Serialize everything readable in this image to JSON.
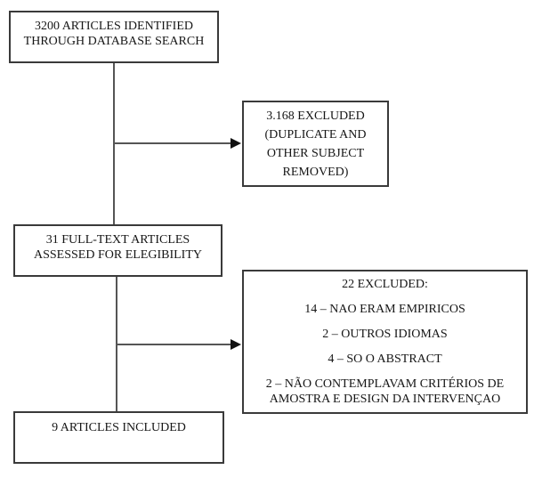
{
  "colors": {
    "border-color": "#3a3a3a",
    "text-color": "#161616",
    "line-color": "#555555",
    "arrow-color": "#111111",
    "bg-color": "#ffffff"
  },
  "flowchart": {
    "identified_box": {
      "lines": [
        "3200 ARTICLES IDENTIFIED",
        "THROUGH DATABASE SEARCH"
      ]
    },
    "excluded_duplicates_box": {
      "lines": [
        "3.168 EXCLUDED",
        "(DUPLICATE AND",
        "OTHER SUBJECT",
        "REMOVED)"
      ]
    },
    "fulltext_box": {
      "lines": [
        "31 FULL-TEXT ARTICLES",
        "ASSESSED FOR ELEGIBILITY"
      ]
    },
    "excluded_fulltext_box": {
      "heading": "22 EXCLUDED:",
      "items": [
        "14 – NAO ERAM EMPIRICOS",
        "2 – OUTROS IDIOMAS",
        "4 – SO O ABSTRACT",
        "2 – NÃO CONTEMPLAVAM CRITÉRIOS DE AMOSTRA E DESIGN DA INTERVENÇAO"
      ]
    },
    "included_box": {
      "lines": [
        "9 ARTICLES INCLUDED"
      ]
    }
  }
}
